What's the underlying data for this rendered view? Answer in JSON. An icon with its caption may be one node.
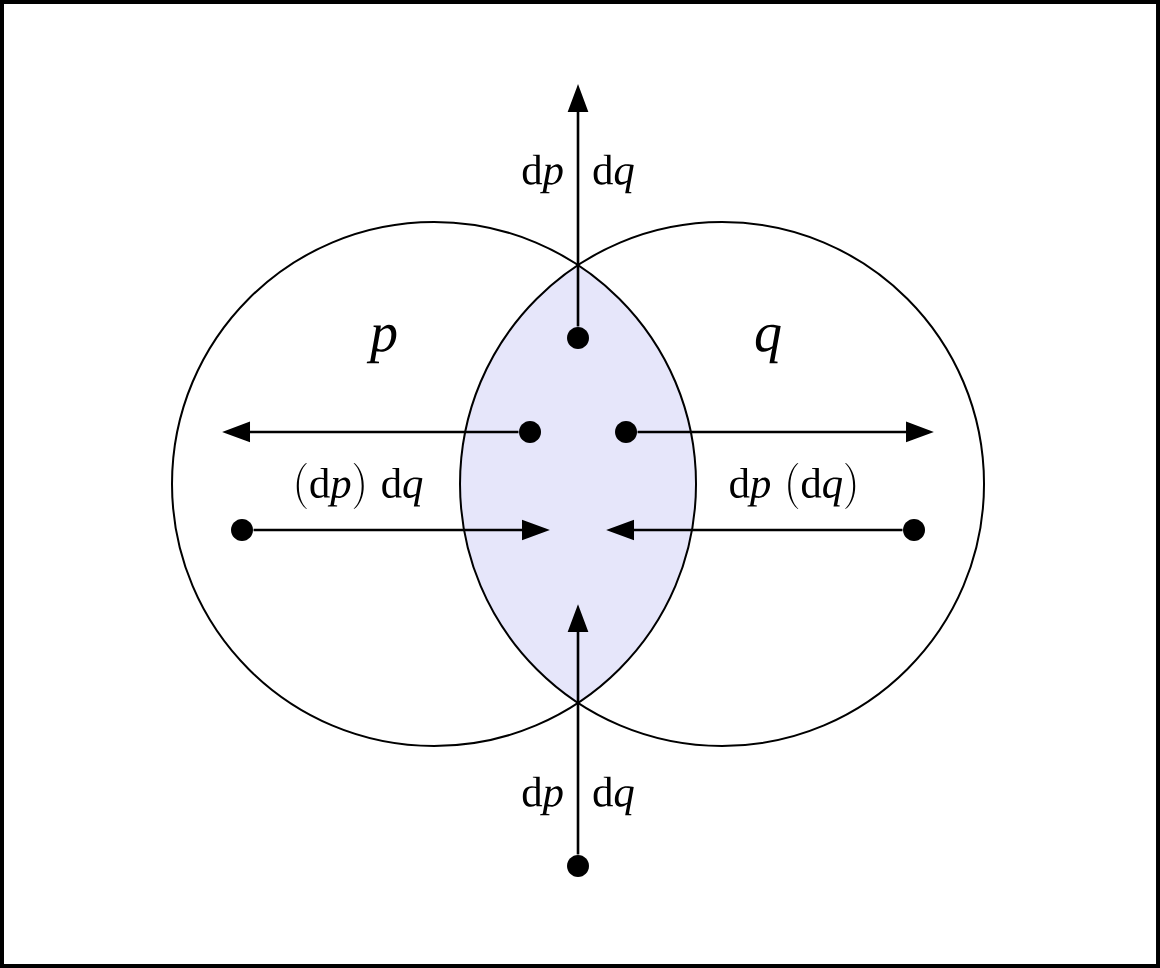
{
  "diagram": {
    "nodes": [
      {
        "text": [
          "p"
        ]
      },
      {
        "text": [
          "q"
        ]
      },
      {
        "text": [],
        "shape": "dot"
      },
      {
        "text": [],
        "shape": "dot"
      },
      {
        "text": [],
        "shape": "dot"
      },
      {
        "text": [],
        "shape": "dot",
        "in": 0
      },
      {
        "text": [],
        "shape": "dot",
        "in": 1
      },
      {
        "text": [],
        "shape": "dot"
      }
    ],
    "edges": [
      {
        "from": 2,
        "to": null,
        "arrow": "to"
      },
      {
        "from": 3,
        "to": null,
        "arrow": "to"
      },
      {
        "from": 4,
        "to": null,
        "arrow": "to"
      },
      {
        "from": 5,
        "to": null,
        "arrow": "to"
      },
      {
        "from": 6,
        "to": null,
        "arrow": "to"
      },
      {
        "from": 7,
        "to": null,
        "arrow": "to"
      }
    ],
    "labels": [
      "\\mathrm{d}p\\;\\mathrm{d}q",
      "(\\mathrm{d}p)\\;\\mathrm{d}q",
      "\\mathrm{d}p\\;(\\mathrm{d}q)",
      "\\mathrm{d}p\\;\\mathrm{d}q"
    ]
  }
}
